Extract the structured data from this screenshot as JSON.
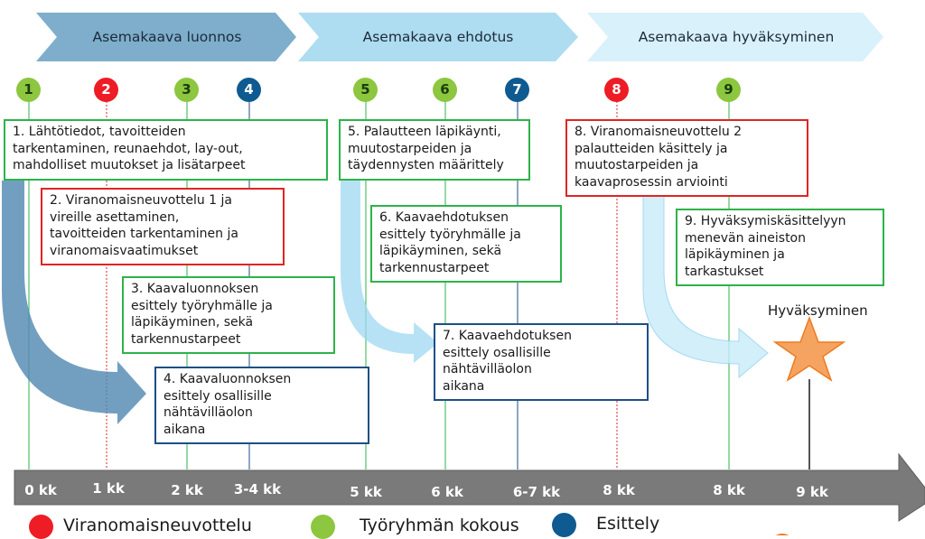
{
  "phases": [
    {
      "label": "Asemakaava luonnos"
    },
    {
      "label": "Asemakaava ehdotus"
    },
    {
      "label": "Asemakaava hyväksyminen"
    }
  ],
  "meetings": [
    {
      "num": "1",
      "type": "green"
    },
    {
      "num": "2",
      "type": "red"
    },
    {
      "num": "3",
      "type": "green"
    },
    {
      "num": "4",
      "type": "blue"
    },
    {
      "num": "5",
      "type": "green"
    },
    {
      "num": "6",
      "type": "green"
    },
    {
      "num": "7",
      "type": "blue"
    },
    {
      "num": "8",
      "type": "red"
    },
    {
      "num": "9",
      "type": "green"
    }
  ],
  "steps": [
    {
      "text": "1. Lähtötiedot, tavoitteiden\ntarkentaminen, reunaehdot, lay-out,\nmahdolliset muutokset ja lisätarpeet",
      "type": "green"
    },
    {
      "text": "2. Viranomaisneuvottelu 1 ja\nvireille asettaminen,\ntavoitteiden tarkentaminen ja\nviranomaisvaatimukset",
      "type": "red"
    },
    {
      "text": "3. Kaavaluonnoksen\nesittely työryhmälle ja\nläpikäyminen, sekä\ntarkennustarpeet",
      "type": "green"
    },
    {
      "text": "4. Kaavaluonnoksen\nesittely osallisille\nnähtävilläolon\naikana",
      "type": "blue"
    },
    {
      "text": "5. Palautteen läpikäynti,\nmuutostarpeiden ja\ntäydennysten määrittely",
      "type": "green"
    },
    {
      "text": "6. Kaavaehdotuksen\nesittely työryhmälle ja\nläpikäyminen, sekä\ntarkennustarpeet",
      "type": "green"
    },
    {
      "text": "7. Kaavaehdotuksen\nesittely osallisille\nnähtävilläolon\naikana",
      "type": "blue"
    },
    {
      "text": "8. Viranomaisneuvottelu 2\npalautteiden käsittely ja\nmuutostarpeiden ja\nkaavaprosessin arviointi",
      "type": "red"
    },
    {
      "text": "9. Hyväksymiskäsittelyyn\nmenevän aineiston\nläpikäyminen ja\ntarkastukset",
      "type": "green"
    }
  ],
  "approval_label": "Hyväksyminen",
  "timeline": [
    "0 kk",
    "1 kk",
    "2 kk",
    "3-4 kk",
    "5 kk",
    "6 kk",
    "6-7 kk",
    "8 kk",
    "8 kk",
    "9 kk"
  ],
  "legend": [
    {
      "label": "Viranomaisneuvottelu",
      "color": "#ee1c25"
    },
    {
      "label": "Työryhmän kokous",
      "color": "#8dc63f"
    },
    {
      "label": "Esittely",
      "color": "#0f5b91"
    }
  ],
  "colors": {
    "green": "#2db34a",
    "red": "#e02424",
    "blue": "#1d4f86",
    "phase1": "#7eaecb",
    "phase2": "#aedcf0",
    "phase3": "#d8f1fb",
    "timeline": "#7a7a7a",
    "star": "#f4a460"
  }
}
